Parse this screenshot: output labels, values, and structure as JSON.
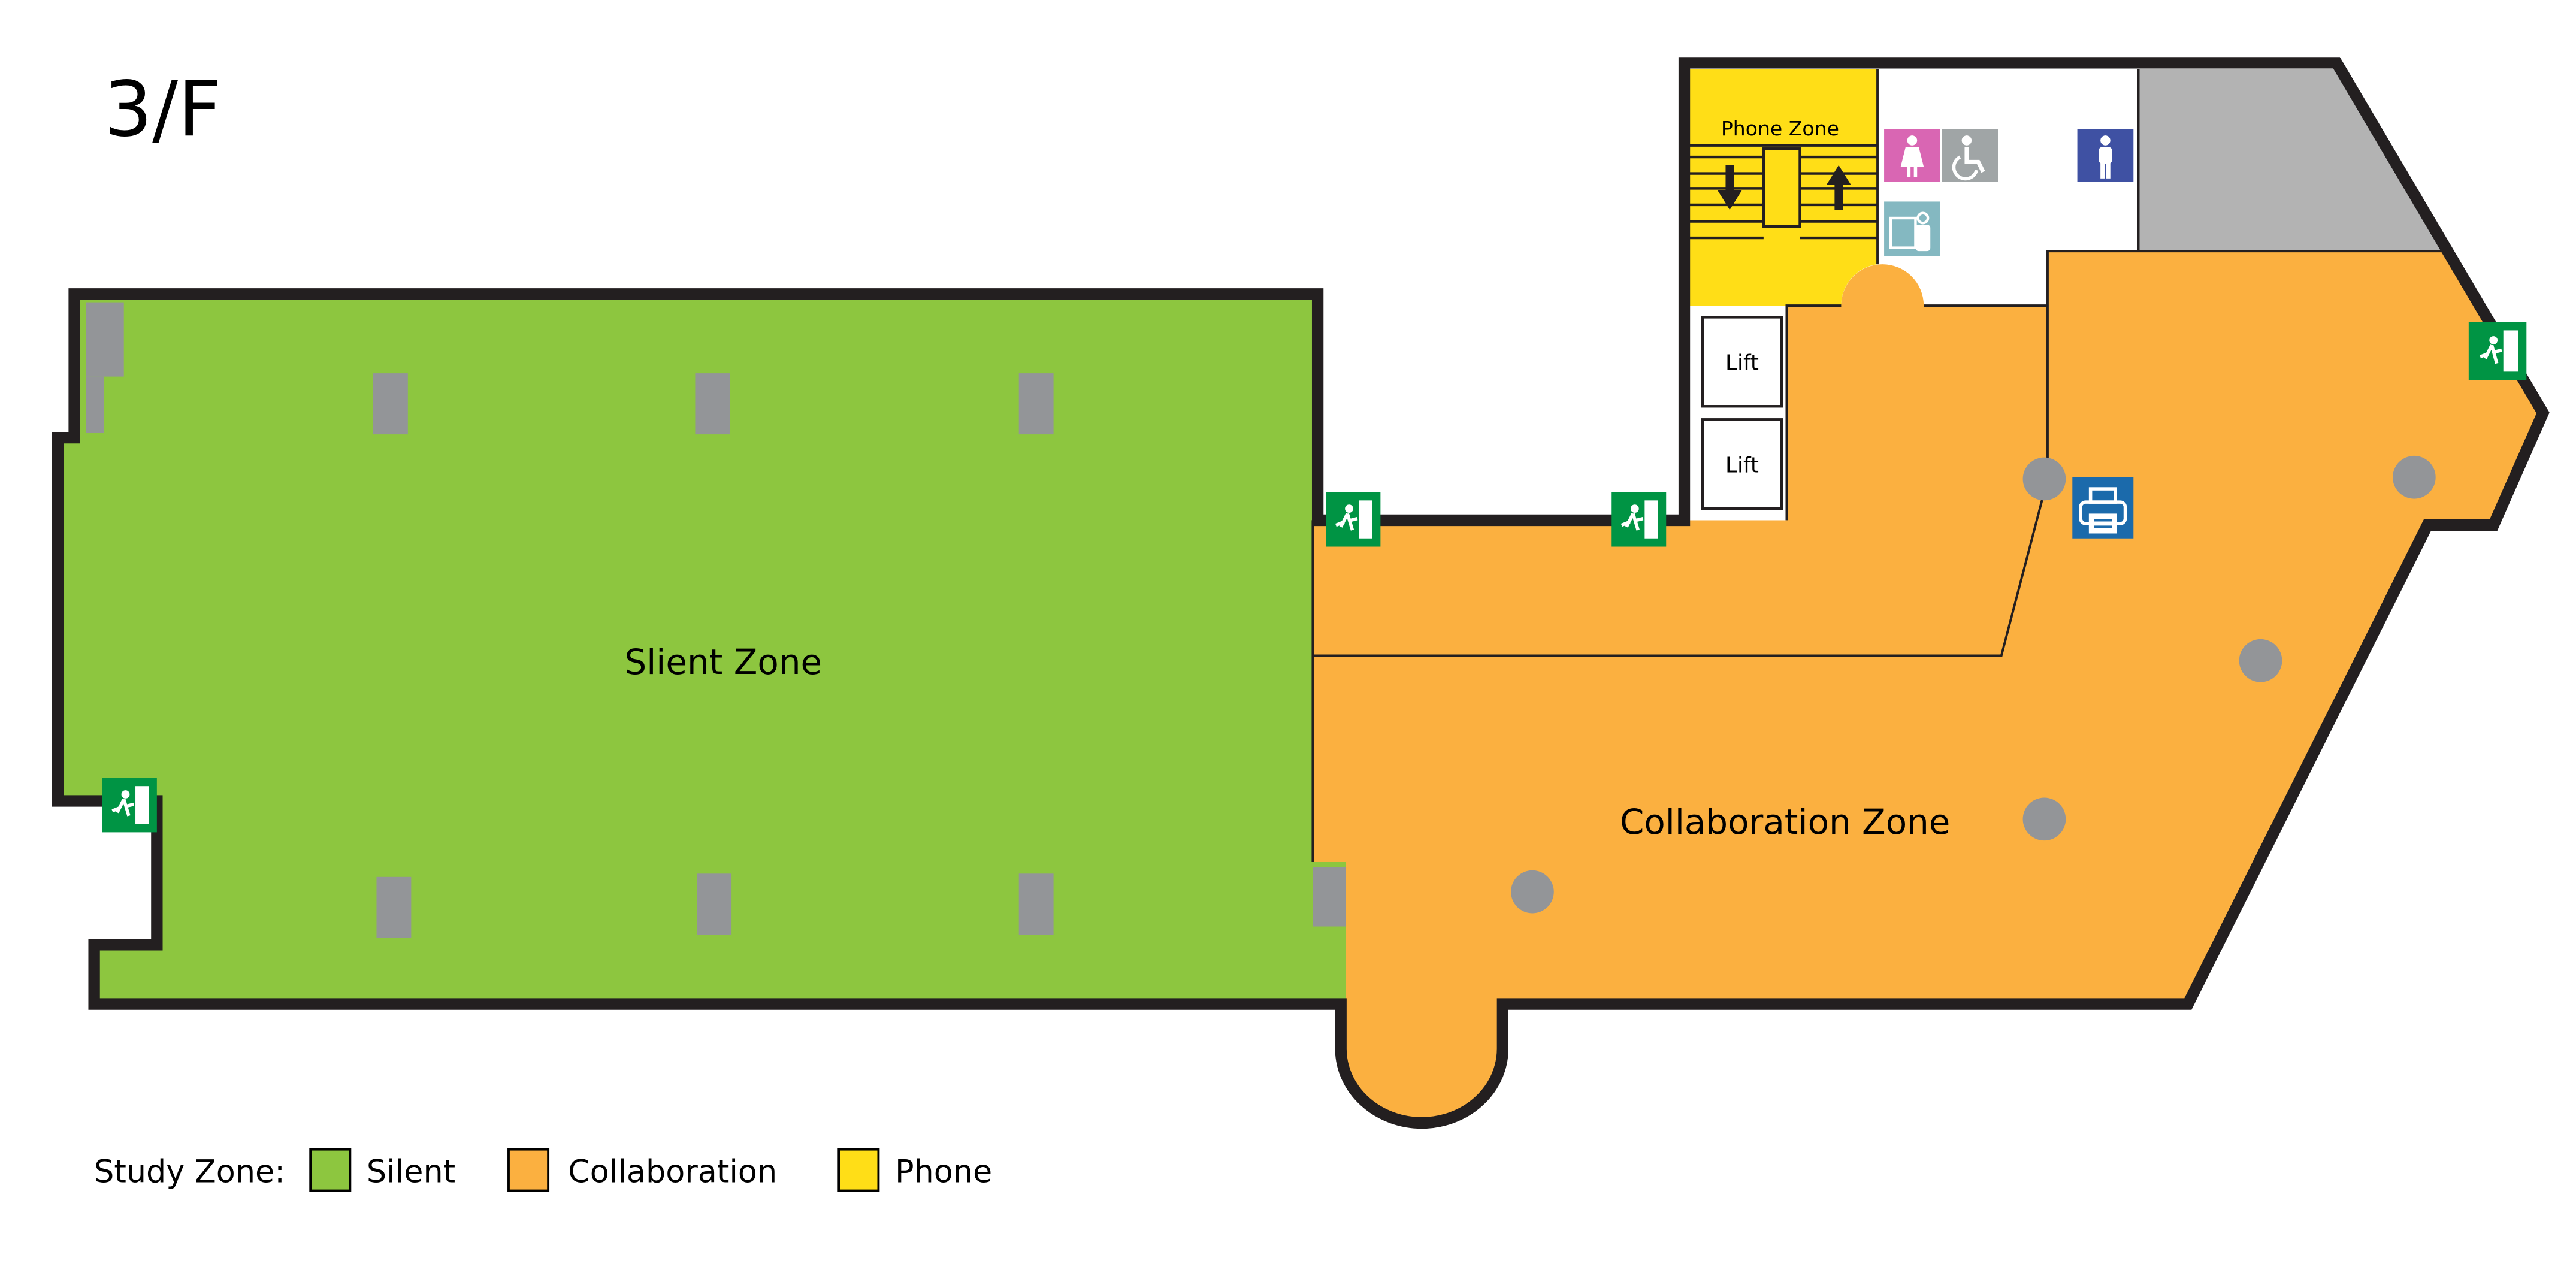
{
  "floor_label": "3/F",
  "zones": {
    "silent": "Slient Zone",
    "collaboration": "Collaboration Zone",
    "phone": "Phone Zone"
  },
  "lifts": [
    "Lift",
    "Lift"
  ],
  "legend": {
    "title": "Study Zone:",
    "items": [
      {
        "label": "Silent",
        "color": "#8dc63f"
      },
      {
        "label": "Collaboration",
        "color": "#fbb040"
      },
      {
        "label": "Phone",
        "color": "#ffde17"
      }
    ]
  },
  "colors": {
    "silent": "#8dc63f",
    "collaboration": "#fbb040",
    "phone": "#ffde17",
    "wall": "#231f20",
    "column": "#939598",
    "restricted": "#b3b3b3",
    "exit": "#009444",
    "printer": "#1b6aab",
    "female": "#d966b3",
    "accessible": "#a0a5a6",
    "male": "#3f51a3",
    "baby_care": "#84b8c1"
  },
  "icons": [
    "emergency-exit-icon",
    "printer-icon",
    "female-toilet-icon",
    "accessible-toilet-icon",
    "male-toilet-icon",
    "baby-care-icon",
    "stairs-down-arrow-icon",
    "stairs-up-arrow-icon"
  ]
}
